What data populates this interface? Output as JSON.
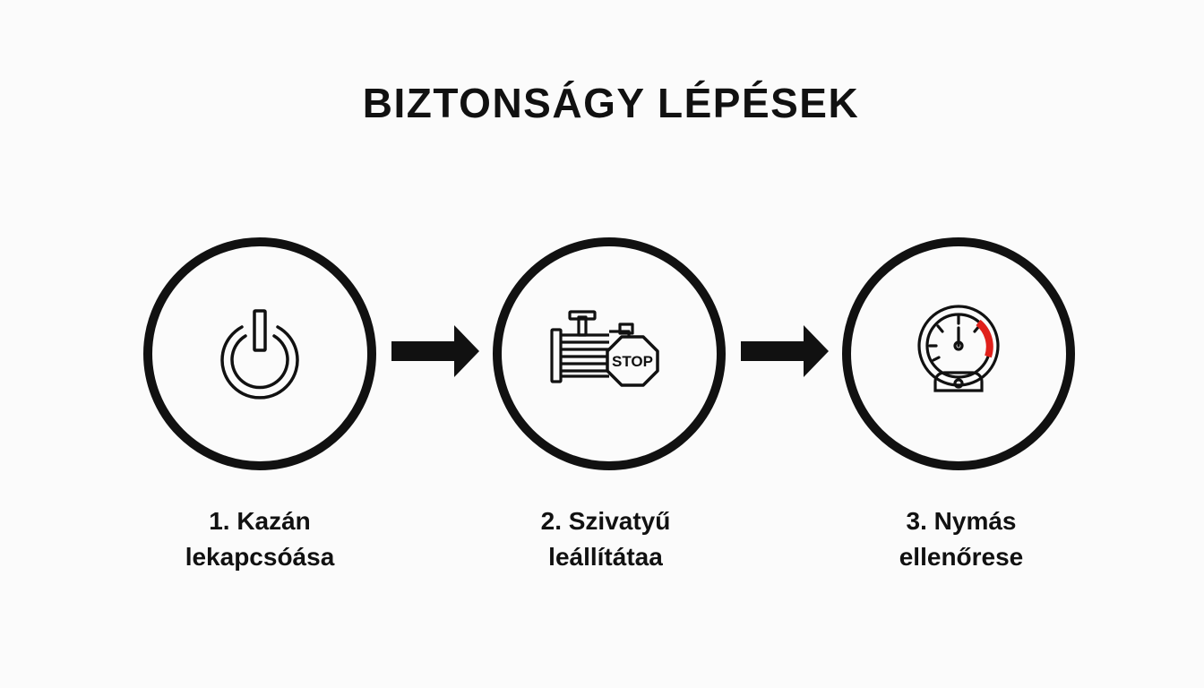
{
  "title": "BIZTONSÁGY LÉPÉSEK",
  "accent_color": "#e0201b",
  "steps": [
    {
      "icon": "power-icon",
      "line1": "1. Kazán",
      "line2": "lekapcsóása"
    },
    {
      "icon": "pump-stop-icon",
      "stop_text": "STOP",
      "line1": "2. Szivatyű",
      "line2": "leállítátaa"
    },
    {
      "icon": "pressure-gauge-icon",
      "line1": "3. Nymás",
      "line2": "ellenőrese"
    }
  ]
}
